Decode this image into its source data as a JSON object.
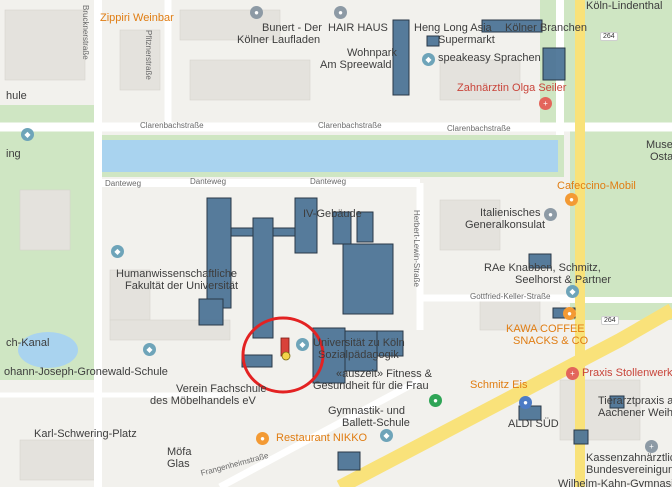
{
  "map": {
    "colors": {
      "background": "#f2f1ed",
      "park": "#cfe6c3",
      "water": "#a9d3ef",
      "road": "#ffffff",
      "major_road": "#f9e27a",
      "highlighted_building": "#4e7597",
      "annotation_circle": "#e32222",
      "marker_red": "#d9423a",
      "marker_yellow": "#f4d34a"
    },
    "streets": {
      "bruecknerstrasse": "Brucknerstraße",
      "pfitznerstrasse": "Pfitznerstraße",
      "clarenbach_1": "Clarenbachstraße",
      "clarenbach_2": "Clarenbachstraße",
      "clarenbach_3": "Clarenbachstraße",
      "danteweg_1": "Danteweg",
      "danteweg_2": "Danteweg",
      "danteweg_3": "Danteweg",
      "herbert_lewin": "Herbert-Lewin-Straße",
      "gottfried_keller": "Gottfried-Keller-Straße",
      "frangenheim": "Frangenheimstraße",
      "route_264_top": "264",
      "route_264_mid": "264"
    },
    "pois": {
      "zippiri": "Zippiri Weinbar",
      "bunert": "Bunert - Der",
      "bunert2": "Kölner Laufladen",
      "hairhaus": "HAIR HAUS",
      "henglong": "Heng Long Asia",
      "henglong2": "Supermarkt",
      "koelner_branchen": "Kölner Branchen",
      "koeln_lindenthal": "Köln-Lindenthal",
      "wohnpark": "Wohnpark",
      "wohnpark2": "Am Spreewald",
      "speakeasy": "speakeasy Sprachen",
      "zahnaerztin": "Zahnärztin Olga Seiler",
      "schule": "hule",
      "ing": "ing",
      "museum": "Muse",
      "museum2": "Osta",
      "cafeccino": "Cafeccino-Mobil",
      "ivgebaeude": "IV-Gebäude",
      "italienisches": "Italienisches",
      "italienisches2": "Generalkonsulat",
      "humanwiss": "Humanwissenschaftliche",
      "humanwiss2": "Fakultät der Universität",
      "rae": "RAe Knabben, Schmitz,",
      "rae2": "Seelhorst & Partner",
      "kawa": "KAWA COFFEE",
      "kawa2": "SNACKS & CO",
      "kanal": "ch-Kanal",
      "universitaet": "Universität zu Köln",
      "universitaet2": "Sozialpädagogik",
      "praxis": "Praxis Stollenwerk",
      "gronewald": "ohann-Joseph-Gronewald-Schule",
      "auszeit": "«auszeit» Fitness &",
      "auszeit2": "Gesundheit für die Frau",
      "schmitz": "Schmitz Eis",
      "tierarzt": "Tierarztpraxis am",
      "tierarzt2": "Aachener Weiher",
      "verein": "Verein Fachschule",
      "verein2": "des Möbelhandels eV",
      "gymnastik": "Gymnastik- und",
      "gymnastik2": "Ballett-Schule",
      "aldi": "ALDI SÜD",
      "schwering": "Karl-Schwering-Platz",
      "nikko": "Restaurant NIKKO",
      "kassen": "Kassenzahnärztliche",
      "kassen2": "Bundesvereinigung...",
      "moefa": "Möfa",
      "moefa2": "Glas",
      "bottom_right": "Wilhelm-Kahn-Gymnasium"
    },
    "icons": {
      "school": "graduation-cap-icon",
      "shopping": "shopping-bag-icon",
      "education": "school-icon",
      "cafe": "coffee-cup-icon",
      "medical": "medical-cross-icon",
      "park": "tree-icon",
      "museum": "museum-icon"
    }
  }
}
